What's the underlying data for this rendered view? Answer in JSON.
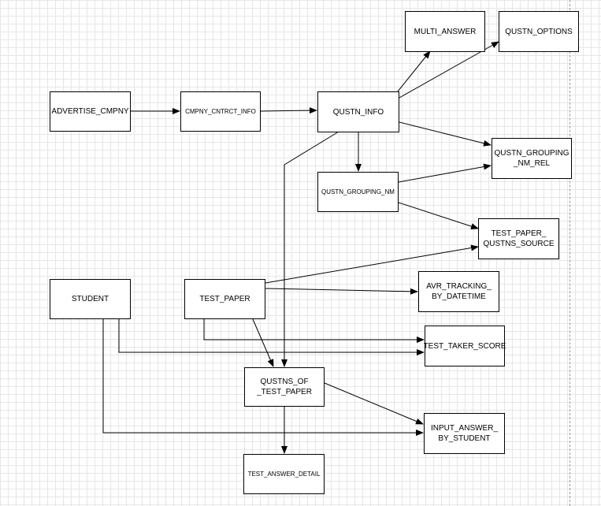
{
  "diagram": {
    "colors": {
      "stroke": "#000000",
      "fill": "#ffffff",
      "grid": "#e6e6e6"
    },
    "nodes": {
      "advertise_cmpny": "ADVERTISE_CMPNY",
      "cmpny_cntrct_info": "CMPNY_CNTRCT_INFO",
      "qustn_info": "QUSTN_INFO",
      "multi_answer": "MULTI_ANSWER",
      "qustn_options": "QUSTN_OPTIONS",
      "qustn_grouping_nm_rel": "QUSTN_GROUPING\n_NM_REL",
      "qustn_grouping_nm": "QUSTN_GROUPING_NM",
      "test_paper_qustns_source": "TEST_PAPER_\nQUSTNS_SOURCE",
      "student": "STUDENT",
      "test_paper": "TEST_PAPER",
      "avr_tracking_by_datetime": "AVR_TRACKING_\nBY_DATETIME",
      "test_taker_score": "TEST_TAKER_SCORE",
      "qustns_of_test_paper": "QUSTNS_OF\n_TEST_PAPER",
      "input_answer_by_student": "INPUT_ANSWER_\nBY_STUDENT",
      "test_answer_detail": "TEST_ANSWER_DETAIL"
    }
  }
}
